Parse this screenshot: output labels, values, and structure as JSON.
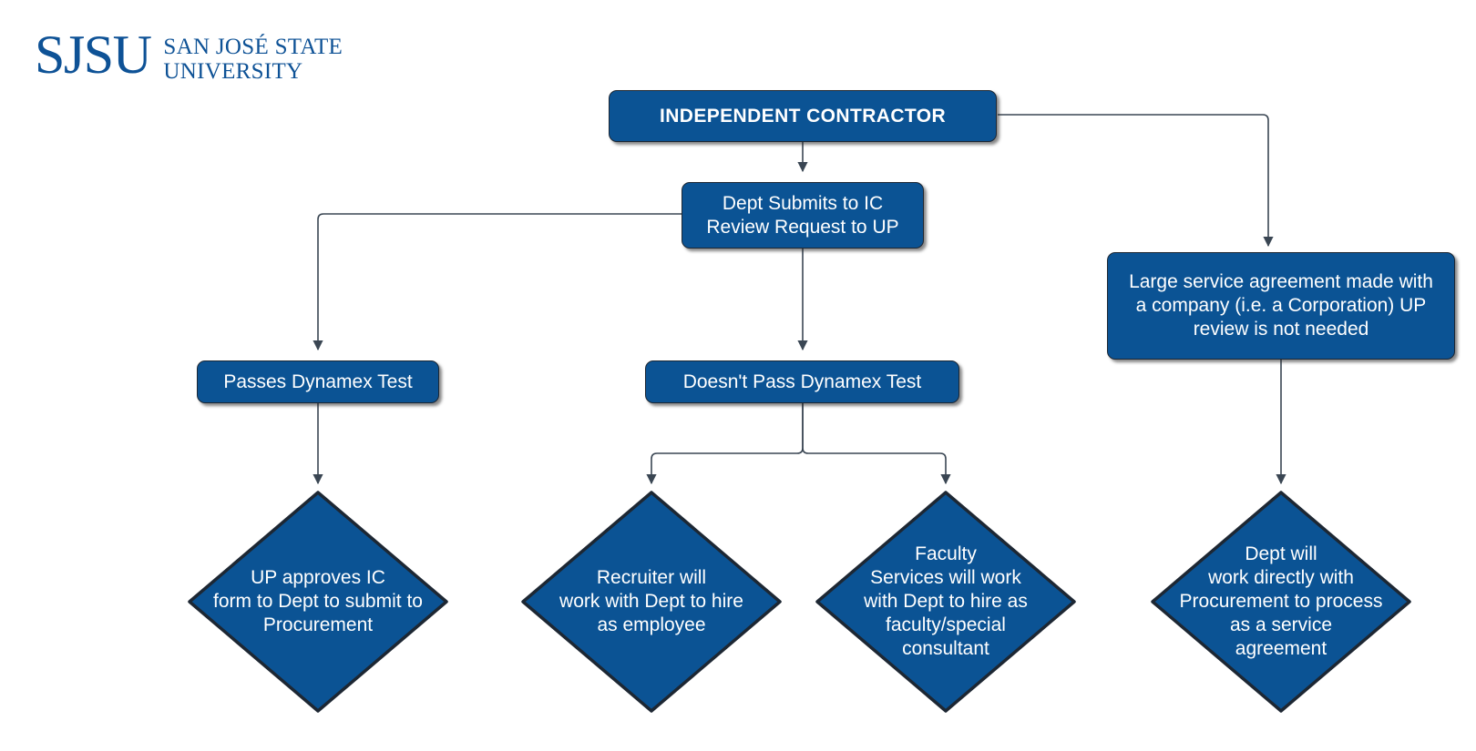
{
  "logo": {
    "mark": "SJSU",
    "line1": "SAN JOSÉ STATE",
    "line2": "UNIVERSITY",
    "color": "#0E5296"
  },
  "colors": {
    "node_fill": "#0B5394",
    "node_border": "#1d2733",
    "node_text": "#ffffff",
    "edge": "#3a4653",
    "background": "#ffffff"
  },
  "chart_data": {
    "type": "diagram",
    "title": "INDEPENDENT CONTRACTOR",
    "nodes": [
      {
        "id": "ic",
        "shape": "rounded-rect",
        "label": "INDEPENDENT CONTRACTOR"
      },
      {
        "id": "dept",
        "shape": "rounded-rect",
        "label": "Dept Submits to IC\nReview Request to UP"
      },
      {
        "id": "large",
        "shape": "rounded-rect",
        "label": "Large service agreement made with\na company (i.e. a Corporation) UP\nreview is not needed"
      },
      {
        "id": "passes",
        "shape": "rounded-rect",
        "label": "Passes Dynamex Test"
      },
      {
        "id": "notpass",
        "shape": "rounded-rect",
        "label": "Doesn't Pass Dynamex Test"
      },
      {
        "id": "upapprove",
        "shape": "diamond",
        "label": "UP approves IC\nform to Dept to submit to\nProcurement"
      },
      {
        "id": "recruiter",
        "shape": "diamond",
        "label": "Recruiter will\nwork with Dept to hire\nas employee"
      },
      {
        "id": "faculty",
        "shape": "diamond",
        "label": "Faculty\nServices will work\nwith Dept to hire as\nfaculty/special\nconsultant"
      },
      {
        "id": "deptproc",
        "shape": "diamond",
        "label": "Dept will\nwork directly with\nProcurement to process\nas a service\nagreement"
      }
    ],
    "edges": [
      {
        "from": "ic",
        "to": "dept",
        "style": "straight-down"
      },
      {
        "from": "ic",
        "to": "large",
        "style": "elbow-right-down"
      },
      {
        "from": "dept",
        "to": "passes",
        "style": "elbow-left-down"
      },
      {
        "from": "dept",
        "to": "notpass",
        "style": "straight-down"
      },
      {
        "from": "passes",
        "to": "upapprove",
        "style": "straight-down"
      },
      {
        "from": "notpass",
        "to": "recruiter",
        "style": "split-down-left"
      },
      {
        "from": "notpass",
        "to": "faculty",
        "style": "split-down-right"
      },
      {
        "from": "large",
        "to": "deptproc",
        "style": "straight-down"
      }
    ]
  }
}
